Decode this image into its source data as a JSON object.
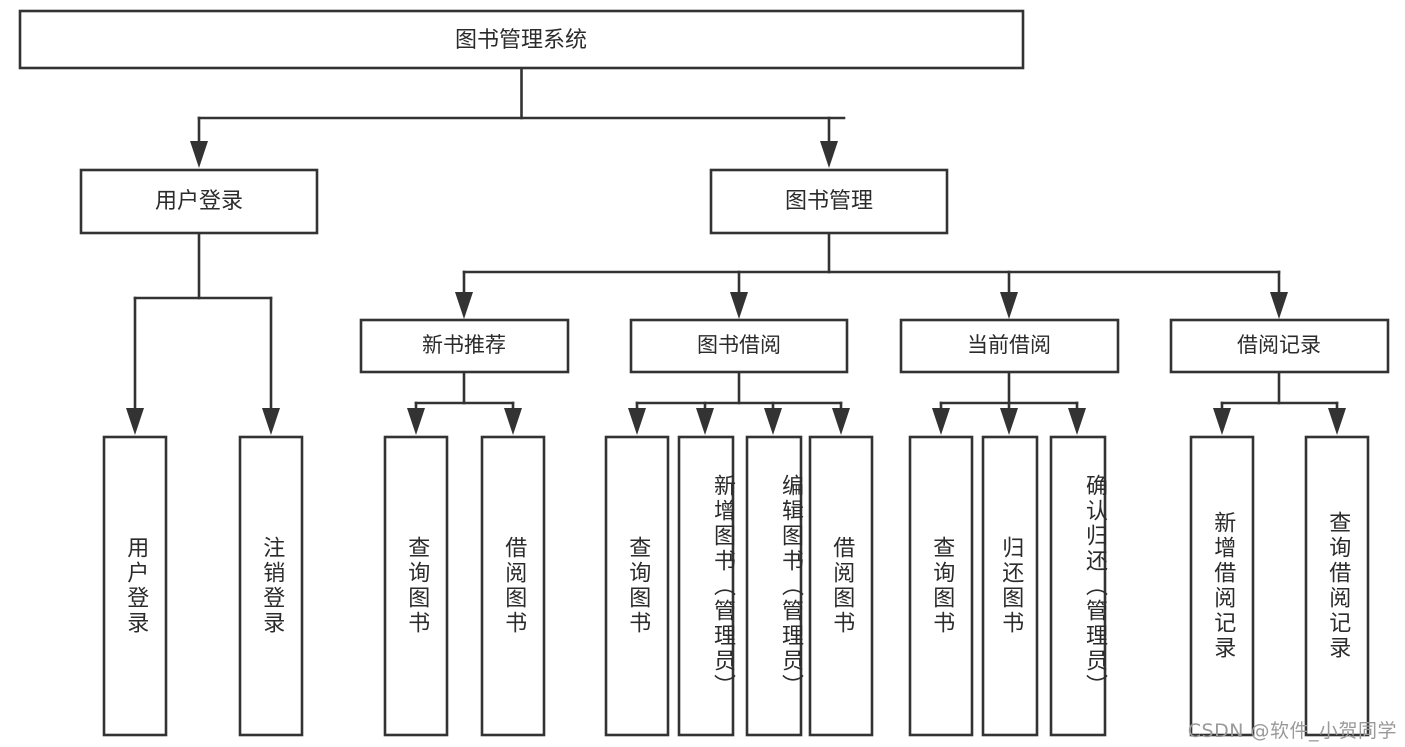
{
  "diagram": {
    "title": "图书管理系统",
    "type": "tree",
    "watermark": "CSDN @软件_小贺同学",
    "colors": {
      "box_stroke": "#333333",
      "box_fill": "#ffffff",
      "text": "#2b2b2b",
      "background": "#ffffff",
      "watermark": "#9a9a9a"
    },
    "root": {
      "id": "root",
      "label": "图书管理系统"
    },
    "level2": [
      {
        "id": "user-login",
        "label": "用户登录"
      },
      {
        "id": "book-manage",
        "label": "图书管理"
      }
    ],
    "level3": [
      {
        "id": "new-book-recommend",
        "label": "新书推荐",
        "parent": "book-manage"
      },
      {
        "id": "book-borrow",
        "label": "图书借阅",
        "parent": "book-manage"
      },
      {
        "id": "current-borrow",
        "label": "当前借阅",
        "parent": "book-manage"
      },
      {
        "id": "borrow-record",
        "label": "借阅记录",
        "parent": "book-manage"
      }
    ],
    "leaves": [
      {
        "id": "leaf-user-login",
        "label": "用户登录",
        "parent": "user-login"
      },
      {
        "id": "leaf-logout-login",
        "label": "注销登录",
        "parent": "user-login"
      },
      {
        "id": "leaf-query-book-1",
        "label": "查询图书",
        "parent": "new-book-recommend"
      },
      {
        "id": "leaf-borrow-book-1",
        "label": "借阅图书",
        "parent": "new-book-recommend"
      },
      {
        "id": "leaf-query-book-2",
        "label": "查询图书",
        "parent": "book-borrow"
      },
      {
        "id": "leaf-add-book",
        "label": "新增图书（管理员）",
        "parent": "book-borrow"
      },
      {
        "id": "leaf-edit-book",
        "label": "编辑图书（管理员）",
        "parent": "book-borrow"
      },
      {
        "id": "leaf-borrow-book-2",
        "label": "借阅图书",
        "parent": "book-borrow"
      },
      {
        "id": "leaf-query-book-3",
        "label": "查询图书",
        "parent": "current-borrow"
      },
      {
        "id": "leaf-return-book",
        "label": "归还图书",
        "parent": "current-borrow"
      },
      {
        "id": "leaf-confirm-return",
        "label": "确认归还（管理员）",
        "parent": "current-borrow"
      },
      {
        "id": "leaf-add-record",
        "label": "新增借阅记录",
        "parent": "borrow-record"
      },
      {
        "id": "leaf-query-record",
        "label": "查询借阅记录",
        "parent": "borrow-record"
      }
    ]
  }
}
